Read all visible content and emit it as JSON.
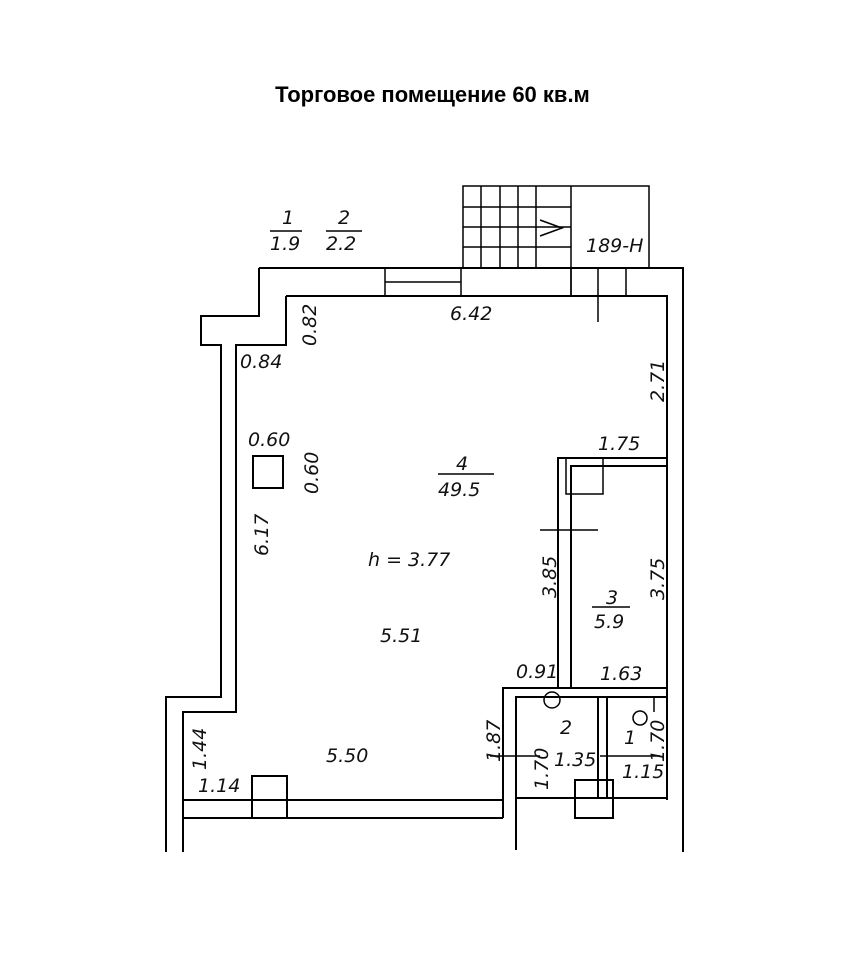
{
  "title": "Торговое помещение 60 кв.м",
  "rooms": {
    "main": {
      "number": "4",
      "area": "49.5",
      "height": "h = 3.77"
    },
    "room3": {
      "number": "3",
      "area": "5.9"
    },
    "room2": {
      "number": "2"
    },
    "room1": {
      "number": "1"
    }
  },
  "outer": {
    "n1": "1",
    "v1": "1.9",
    "n2": "2",
    "v2": "2.2"
  },
  "marker": "189-Н",
  "dims": {
    "d642": "6.42",
    "d082": "0.82",
    "d084": "0.84",
    "d271": "2.71",
    "d060a": "0.60",
    "d060b": "0.60",
    "d175": "1.75",
    "d617": "6.17",
    "d385": "3.85",
    "d375": "3.75",
    "d551": "5.51",
    "d091": "0.91",
    "d163": "1.63",
    "d187": "1.87",
    "d170a": "1.70",
    "d135": "1.35",
    "d115": "1.15",
    "d170b": "1.70",
    "d144": "1.44",
    "d114": "1.14",
    "d550": "5.50"
  }
}
